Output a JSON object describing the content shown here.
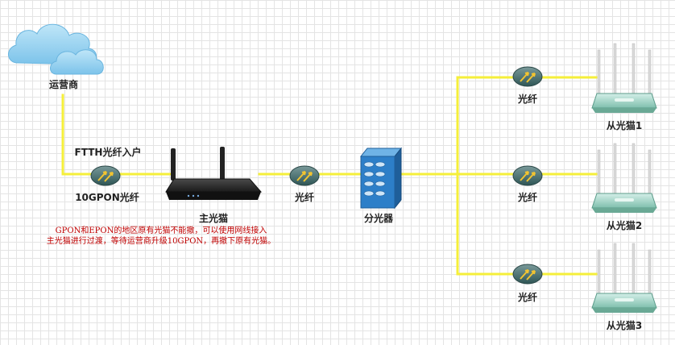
{
  "labels": {
    "isp": "运营商",
    "ftth": "FTTH光纤入户",
    "gpon10": "10GPON光纤",
    "main_modem": "主光猫",
    "fiber_mid": "光纤",
    "splitter": "分光器",
    "fiber_1": "光纤",
    "fiber_2": "光纤",
    "fiber_3": "光纤",
    "slave_1": "从光猫1",
    "slave_2": "从光猫2",
    "slave_3": "从光猫3"
  },
  "note": {
    "line1": "GPON和EPON的地区原有光猫不能撤，可以使用网线接入",
    "line2": "主光猫进行过渡，等待运营商升级10GPON，再撤下原有光猫。"
  },
  "colors": {
    "link": "#f5ef3a",
    "note_text": "#c00000",
    "cloud": "#8fd0f0",
    "router_body": "#9ed4c4",
    "main_router": "#2a2a2a",
    "splitter": "#2d7fc8",
    "fiber_node": "#3a6a6a"
  },
  "icons": {
    "isp": "cloud-icon",
    "fiber": "fiber-arrows-icon",
    "main_modem": "router-icon",
    "splitter": "server-icon",
    "slave": "wifi-router-icon"
  }
}
